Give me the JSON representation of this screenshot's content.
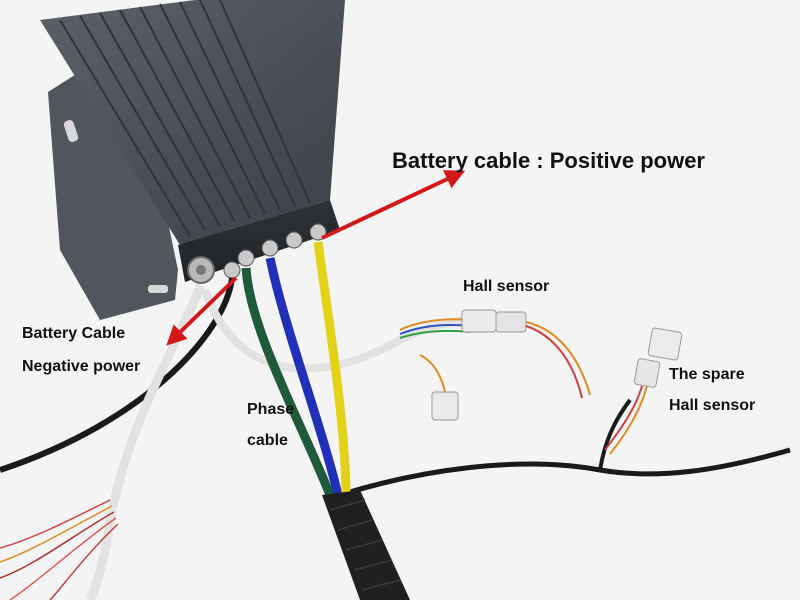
{
  "labels": {
    "battery_positive": "Battery cable : Positive power",
    "battery_negative_line1": "Battery Cable",
    "battery_negative_line2": "Negative power",
    "hall_sensor": "Hall sensor",
    "spare_hall_line1": "The spare",
    "spare_hall_line2": "Hall sensor",
    "phase_line1": "Phase",
    "phase_line2": "cable"
  },
  "colors": {
    "background": "#f4f4f4",
    "controller_body": "#4a5056",
    "arrow": "#d21818",
    "phase_green": "#1f5a3a",
    "phase_blue": "#2030b8",
    "phase_yellow": "#e2d21a",
    "white_cable": "#e2e2e2",
    "black_cable": "#1a1a1a"
  }
}
